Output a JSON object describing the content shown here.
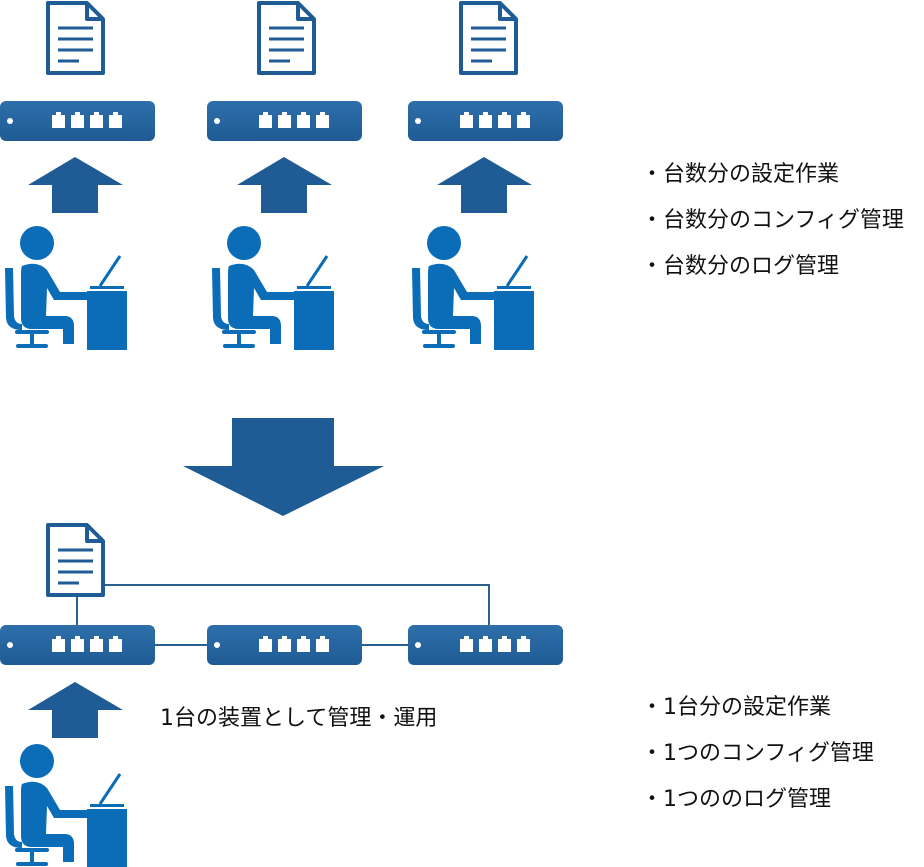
{
  "top_notes": [
    "・台数分の設定作業",
    "・台数分のコンフィグ管理",
    "・台数分のログ管理"
  ],
  "bottom_notes": [
    "・1台分の設定作業",
    "・1つのコンフィグ管理",
    "・1つののログ管理"
  ],
  "center_label": "1台の装置として管理・運用",
  "icons": {
    "document": "document-icon",
    "switch": "network-switch-icon",
    "arrow": "arrow-icon",
    "person": "operator-at-laptop-icon"
  },
  "colors": {
    "dark_blue": "#1f5b95",
    "mid_blue": "#2e6faa",
    "bright_blue": "#0b6cb8",
    "line": "#2a5f8f",
    "text": "#111111"
  }
}
